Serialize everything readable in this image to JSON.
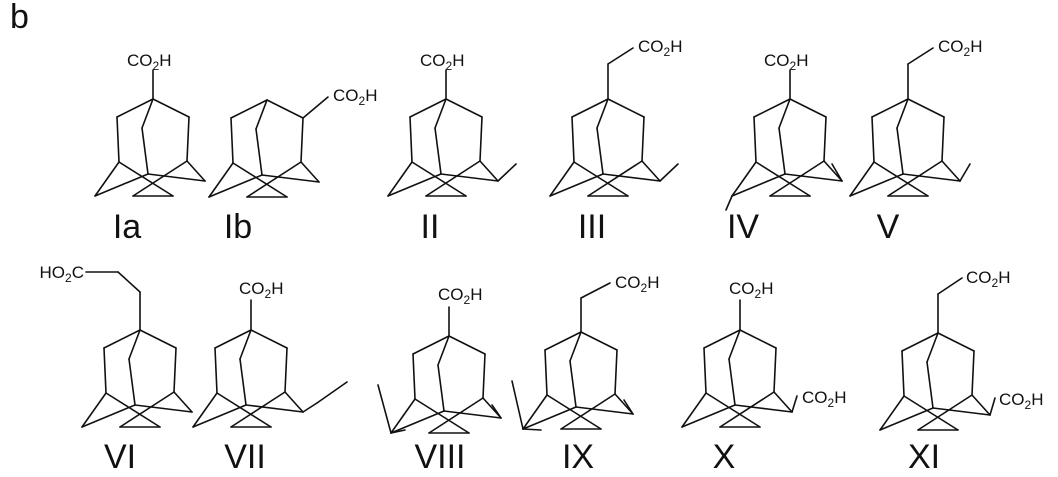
{
  "panel_label": "b",
  "group_text": {
    "co2h": {
      "a": "CO",
      "sub": "2",
      "b": "H"
    },
    "ho2c": {
      "a": "HO",
      "sub": "2",
      "b": "C"
    }
  },
  "compounds": [
    {
      "id": "Ia",
      "label": "Ia",
      "substituents": [
        "CO2H"
      ]
    },
    {
      "id": "Ib",
      "label": "Ib",
      "substituents": [
        "CO2H"
      ]
    },
    {
      "id": "II",
      "label": "II",
      "substituents": [
        "CO2H",
        "CH3"
      ]
    },
    {
      "id": "III",
      "label": "III",
      "substituents": [
        "CH2CO2H",
        "CH3"
      ]
    },
    {
      "id": "IV",
      "label": "IV",
      "substituents": [
        "CO2H",
        "CH3",
        "CH3"
      ]
    },
    {
      "id": "V",
      "label": "V",
      "substituents": [
        "CH2CO2H",
        "CH3"
      ]
    },
    {
      "id": "VI",
      "label": "VI",
      "substituents": [
        "CH2CH2CO2H"
      ]
    },
    {
      "id": "VII",
      "label": "VII",
      "substituents": [
        "CO2H",
        "C2H5"
      ]
    },
    {
      "id": "VIII",
      "label": "VIII",
      "substituents": [
        "CO2H",
        "CH3",
        "CH3",
        "CH3"
      ]
    },
    {
      "id": "IX",
      "label": "IX",
      "substituents": [
        "CH2CO2H",
        "CH3",
        "CH3",
        "CH3"
      ]
    },
    {
      "id": "X",
      "label": "X",
      "substituents": [
        "CO2H",
        "CO2H"
      ]
    },
    {
      "id": "XI",
      "label": "XI",
      "substituents": [
        "CH2CO2H",
        "CO2H"
      ]
    }
  ]
}
